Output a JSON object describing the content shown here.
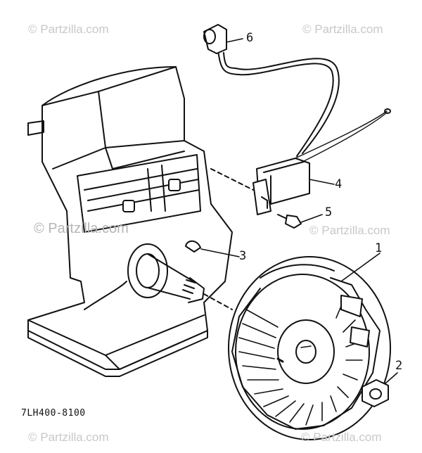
{
  "watermark": "© Partzilla.com",
  "diagram_code": "7LH400-8100",
  "callouts": [
    {
      "id": "part-1",
      "label": "1"
    },
    {
      "id": "part-2",
      "label": "2"
    },
    {
      "id": "part-3",
      "label": "3"
    },
    {
      "id": "part-4",
      "label": "4"
    },
    {
      "id": "part-5",
      "label": "5"
    },
    {
      "id": "part-6",
      "label": "6"
    }
  ],
  "parts": {
    "1": "flywheel",
    "2": "flywheel-nut",
    "3": "woodruff-key",
    "4": "ignition-coil",
    "5": "coil-bolt",
    "6": "spark-plug-cap"
  }
}
